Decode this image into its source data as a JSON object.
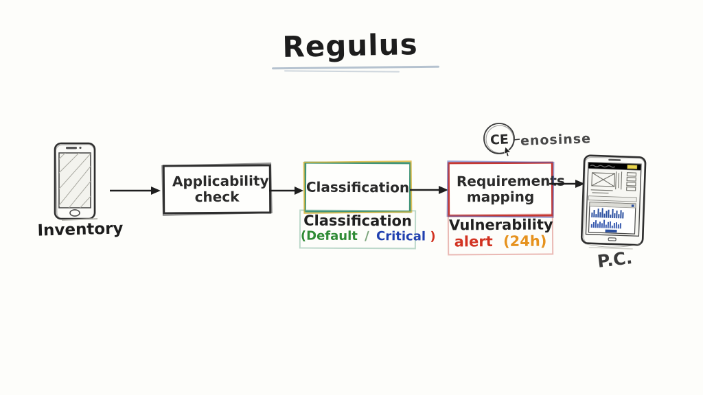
{
  "title": "Regulus",
  "flow": {
    "inventory": {
      "label": "Inventory"
    },
    "applicability": {
      "label": "Applicability check"
    },
    "classification": {
      "label": "Classification",
      "note_title": "Classification",
      "note_default": "(Default",
      "note_separator": "/",
      "note_critical": "Critical",
      "note_close": ")"
    },
    "requirements": {
      "label": "Requirements mapping",
      "note_title": "Vulnerability",
      "note_alert": "alert",
      "note_time": "(24h)"
    },
    "ce": {
      "label": "CE",
      "annotation": "enosinse"
    },
    "pc": {
      "label": "P.C."
    }
  },
  "colors": {
    "ink": "#2a2a2a",
    "classification_border_green": "#3f9478",
    "classification_border_yellow": "#d9b63e",
    "requirements_border_red": "#c63832",
    "requirements_border_blue": "#5a62b8",
    "note_default_green": "#2f8b35",
    "note_critical_blue": "#2040b0",
    "note_close_red": "#d23322",
    "alert_red": "#d23322",
    "time_orange": "#e6921e",
    "title_underline": "#8fa3b8",
    "waveform_blue": "#2a4fa0"
  }
}
